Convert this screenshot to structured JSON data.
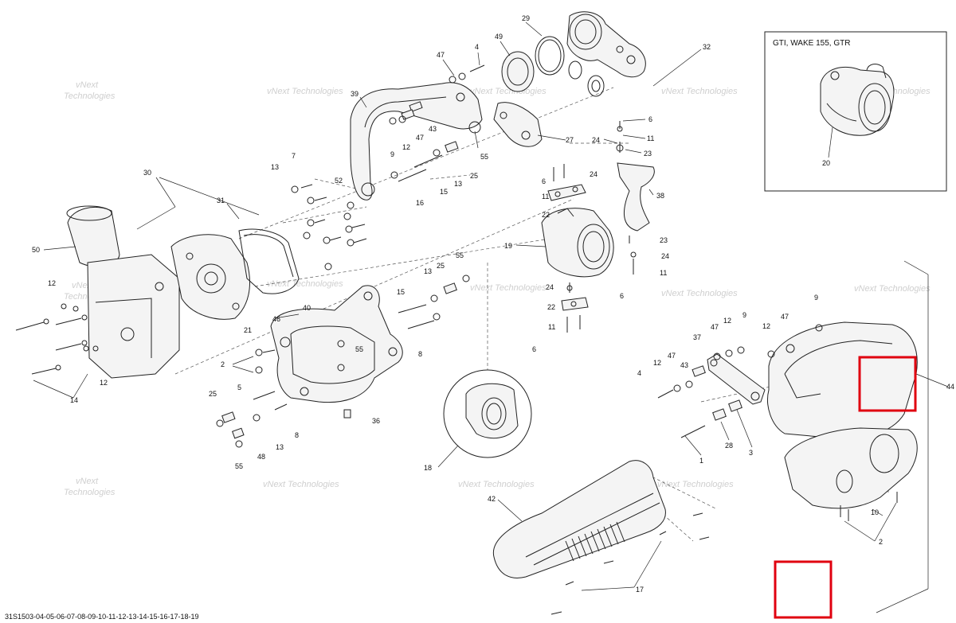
{
  "inset": {
    "title": "GTI, WAKE 155, GTR",
    "part_label": "20"
  },
  "footer_code": "31S1503-04-05-06-07-08-09-10-11-12-13-14-15-16-17-18-19",
  "watermark": {
    "line1": "vNext",
    "line2": "Technologies",
    "full": "vNext Technologies"
  },
  "highlight_color": "#e0000f",
  "labels": [
    {
      "id": "29",
      "text": "29"
    },
    {
      "id": "49",
      "text": "49"
    },
    {
      "id": "4a",
      "text": "4"
    },
    {
      "id": "47a",
      "text": "47"
    },
    {
      "id": "32",
      "text": "32"
    },
    {
      "id": "39",
      "text": "39"
    },
    {
      "id": "43a",
      "text": "43"
    },
    {
      "id": "47b",
      "text": "47"
    },
    {
      "id": "9a",
      "text": "9"
    },
    {
      "id": "12a",
      "text": "12"
    },
    {
      "id": "27",
      "text": "27"
    },
    {
      "id": "6a",
      "text": "6"
    },
    {
      "id": "11a",
      "text": "11"
    },
    {
      "id": "24a",
      "text": "24"
    },
    {
      "id": "23a",
      "text": "23"
    },
    {
      "id": "55a",
      "text": "55"
    },
    {
      "id": "25a",
      "text": "25"
    },
    {
      "id": "13a",
      "text": "13"
    },
    {
      "id": "15a",
      "text": "15"
    },
    {
      "id": "16",
      "text": "16"
    },
    {
      "id": "52",
      "text": "52"
    },
    {
      "id": "7",
      "text": "7"
    },
    {
      "id": "13b",
      "text": "13"
    },
    {
      "id": "30",
      "text": "30"
    },
    {
      "id": "31",
      "text": "31"
    },
    {
      "id": "6b",
      "text": "6"
    },
    {
      "id": "11b",
      "text": "11"
    },
    {
      "id": "24b",
      "text": "24"
    },
    {
      "id": "22a",
      "text": "22"
    },
    {
      "id": "38",
      "text": "38"
    },
    {
      "id": "19",
      "text": "19"
    },
    {
      "id": "23b",
      "text": "23"
    },
    {
      "id": "24c",
      "text": "24"
    },
    {
      "id": "11c",
      "text": "11"
    },
    {
      "id": "6c",
      "text": "6"
    },
    {
      "id": "50",
      "text": "50"
    },
    {
      "id": "12b",
      "text": "12"
    },
    {
      "id": "46",
      "text": "46"
    },
    {
      "id": "40",
      "text": "40"
    },
    {
      "id": "13c",
      "text": "13"
    },
    {
      "id": "25b",
      "text": "25"
    },
    {
      "id": "55b",
      "text": "55"
    },
    {
      "id": "15b",
      "text": "15"
    },
    {
      "id": "24d",
      "text": "24"
    },
    {
      "id": "22b",
      "text": "22"
    },
    {
      "id": "11d",
      "text": "11"
    },
    {
      "id": "6d",
      "text": "6"
    },
    {
      "id": "8a",
      "text": "8"
    },
    {
      "id": "21",
      "text": "21"
    },
    {
      "id": "2a",
      "text": "2"
    },
    {
      "id": "55c",
      "text": "55"
    },
    {
      "id": "12c",
      "text": "12"
    },
    {
      "id": "14",
      "text": "14"
    },
    {
      "id": "5",
      "text": "5"
    },
    {
      "id": "25c",
      "text": "25"
    },
    {
      "id": "8b",
      "text": "8"
    },
    {
      "id": "36",
      "text": "36"
    },
    {
      "id": "13d",
      "text": "13"
    },
    {
      "id": "48",
      "text": "48"
    },
    {
      "id": "55d",
      "text": "55"
    },
    {
      "id": "18",
      "text": "18"
    },
    {
      "id": "42",
      "text": "42"
    },
    {
      "id": "17",
      "text": "17"
    },
    {
      "id": "9b",
      "text": "9"
    },
    {
      "id": "47c",
      "text": "47"
    },
    {
      "id": "12d",
      "text": "12"
    },
    {
      "id": "37",
      "text": "37"
    },
    {
      "id": "47d",
      "text": "47"
    },
    {
      "id": "12e",
      "text": "12"
    },
    {
      "id": "43b",
      "text": "43"
    },
    {
      "id": "12f",
      "text": "12"
    },
    {
      "id": "4b",
      "text": "4"
    },
    {
      "id": "28",
      "text": "28"
    },
    {
      "id": "1",
      "text": "1"
    },
    {
      "id": "3",
      "text": "3"
    },
    {
      "id": "44",
      "text": "44"
    },
    {
      "id": "10",
      "text": "10"
    },
    {
      "id": "2b",
      "text": "2"
    },
    {
      "id": "9c",
      "text": "9"
    }
  ]
}
